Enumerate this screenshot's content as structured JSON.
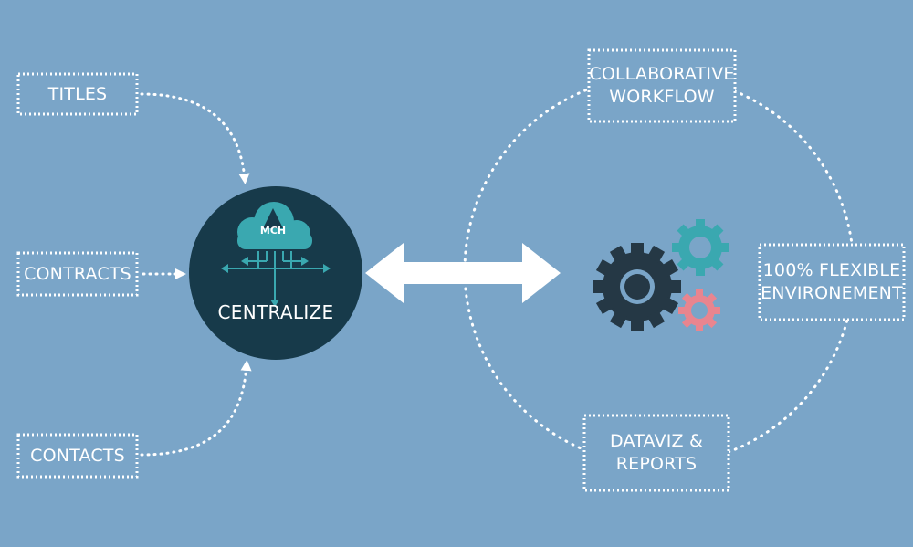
{
  "sources": {
    "titles": "TITLES",
    "contracts": "CONTRACTS",
    "contacts": "CONTACTS"
  },
  "hub": {
    "label": "CENTRALIZE",
    "logo_text": "MCH"
  },
  "cycle": {
    "collaborative": "COLLABORATIVE\nWORKFLOW",
    "flexible": "100% FLEXIBLE\nENVIRONEMENT",
    "dataviz": "DATAVIZ &\nREPORTS"
  },
  "colors": {
    "background": "#7aa5c8",
    "hub": "#173a4a",
    "teal": "#3aa8b0",
    "pink": "#e9858f",
    "dark_gear": "#253845",
    "white": "#ffffff"
  }
}
